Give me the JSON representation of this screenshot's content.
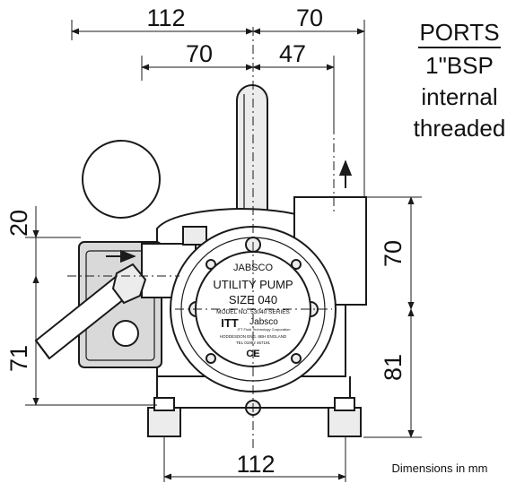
{
  "dimensions": {
    "top_left_width": "112",
    "top_right_width": "70",
    "inner_left_width": "70",
    "inner_right_width": "47",
    "left_upper_height": "20",
    "left_lower_height": "71",
    "right_upper_height": "70",
    "right_lower_height": "81",
    "base_width": "112"
  },
  "ports_note": {
    "title": "PORTS",
    "size": "1\"BSP",
    "line2": "internal",
    "line3": "threaded"
  },
  "units_note": "Dimensions in mm",
  "nameplate": {
    "brand": "JABSCO",
    "product": "UTILITY PUMP",
    "size": "SIZE 040",
    "model": "MODEL NO. 53040 SERIES",
    "maker_logo": "ITT",
    "maker_name": "Jabsco",
    "division": "ITT Fluid Technology Corporation",
    "address": "HODDESDON ENG. 6BH ENGLAND",
    "tel": "TEL 01992 467191",
    "mark": "CE"
  }
}
